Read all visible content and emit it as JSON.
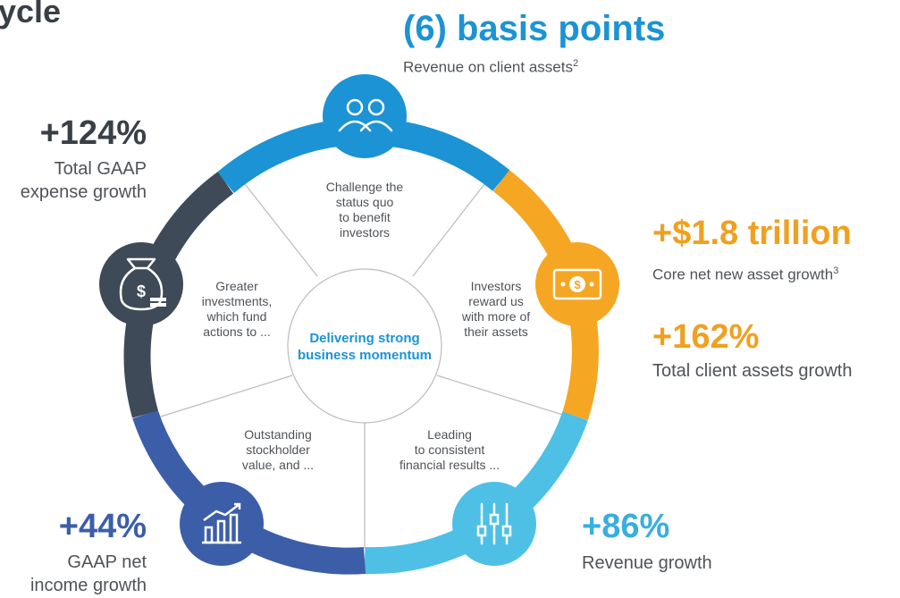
{
  "title_fragment": "ycle",
  "top_stat": {
    "value": "(6) basis points",
    "label": "Revenue on client assets",
    "note": "2"
  },
  "left_top_stat": {
    "value": "+124%",
    "label_lines": [
      "Total GAAP",
      "expense growth"
    ]
  },
  "right_top_stat": {
    "value": "+$1.8 trillion",
    "label": "Core net new asset growth",
    "note": "3"
  },
  "right_mid_stat": {
    "value": "+162%",
    "label": "Total client assets growth"
  },
  "bottom_right_stat": {
    "value": "+86%",
    "label": "Revenue growth"
  },
  "bottom_left_stat": {
    "value": "+44%",
    "label_lines": [
      "GAAP net",
      "income growth"
    ]
  },
  "center": {
    "lines": [
      "Delivering strong",
      "business momentum"
    ]
  },
  "segments": {
    "top": [
      "Challenge the",
      "status quo",
      "to benefit",
      "investors"
    ],
    "right": [
      "Investors",
      "reward us",
      "with more of",
      "their assets"
    ],
    "bottom_right": [
      "Leading",
      "to consistent",
      "financial results ..."
    ],
    "bottom_left": [
      "Outstanding",
      "stockholder",
      "value, and ..."
    ],
    "left": [
      "Greater",
      "investments,",
      "which fund",
      "actions to ..."
    ]
  },
  "icons": [
    "people-icon",
    "money-bill-icon",
    "sliders-icon",
    "bar-chart-growth-icon",
    "money-bag-icon"
  ],
  "colors": {
    "top_arc": "#1c93d4",
    "right_arc": "#f5a623",
    "bottom_right_arc": "#4ec0e6",
    "bottom_left_arc": "#3c5ea8",
    "left_arc": "#3e4a57"
  }
}
